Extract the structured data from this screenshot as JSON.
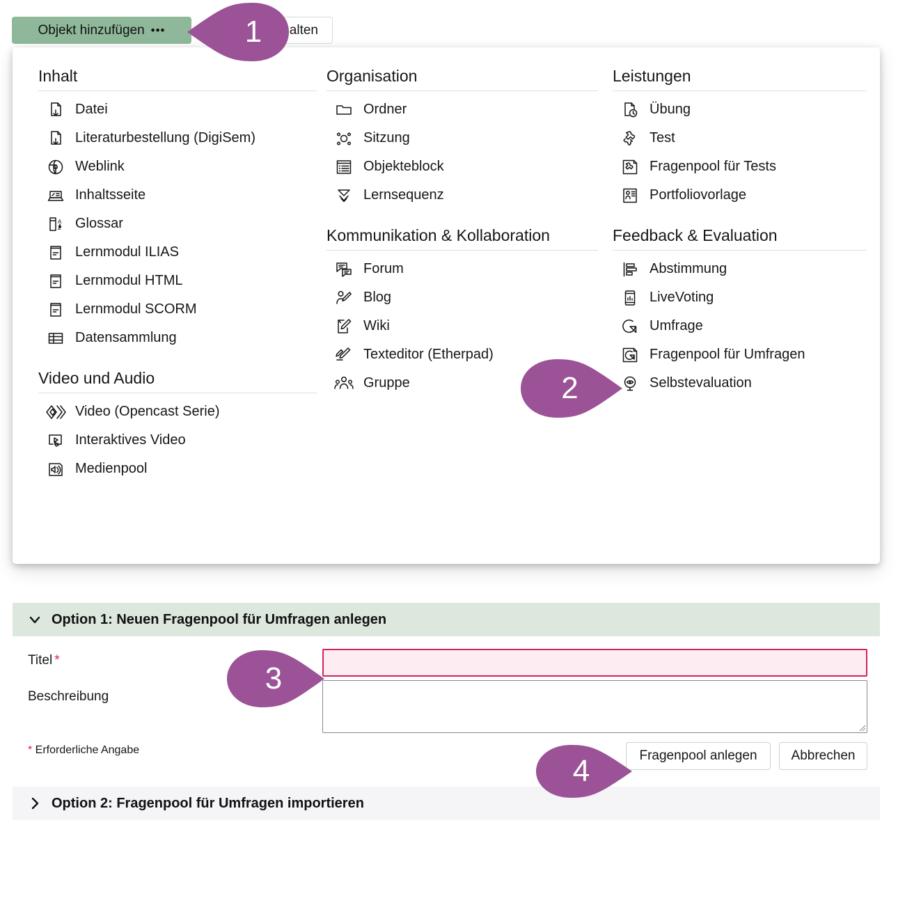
{
  "toolbar": {
    "add_object_button": "Objekt hinzufügen",
    "add_object_dots": "•••",
    "manage_button": "alten"
  },
  "add_panel": {
    "columns": [
      {
        "groups": [
          {
            "title": "Inhalt",
            "items": [
              {
                "label": "Datei",
                "icon": "file-download-icon"
              },
              {
                "label": "Literaturbestellung (DigiSem)",
                "icon": "file-download-icon"
              },
              {
                "label": "Weblink",
                "icon": "globe-link-icon"
              },
              {
                "label": "Inhaltsseite",
                "icon": "content-page-icon"
              },
              {
                "label": "Glossar",
                "icon": "glossary-az-icon"
              },
              {
                "label": "Lernmodul ILIAS",
                "icon": "learning-module-icon"
              },
              {
                "label": "Lernmodul HTML",
                "icon": "learning-module-icon"
              },
              {
                "label": "Lernmodul SCORM",
                "icon": "learning-module-icon"
              },
              {
                "label": "Datensammlung",
                "icon": "table-grid-icon"
              }
            ]
          },
          {
            "title": "Video und Audio",
            "items": [
              {
                "label": "Video (Opencast Serie)",
                "icon": "opencast-diamonds-icon"
              },
              {
                "label": "Interaktives Video",
                "icon": "interactive-video-icon"
              },
              {
                "label": "Medienpool",
                "icon": "media-speaker-icon"
              }
            ]
          }
        ]
      },
      {
        "groups": [
          {
            "title": "Organisation",
            "items": [
              {
                "label": "Ordner",
                "icon": "folder-icon"
              },
              {
                "label": "Sitzung",
                "icon": "session-nodes-icon"
              },
              {
                "label": "Objekteblock",
                "icon": "object-block-list-icon"
              },
              {
                "label": "Lernsequenz",
                "icon": "learning-sequence-chevrons-icon"
              }
            ]
          },
          {
            "title": "Kommunikation & Kollaboration",
            "items": [
              {
                "label": "Forum",
                "icon": "forum-speech-icon"
              },
              {
                "label": "Blog",
                "icon": "blog-person-pen-icon"
              },
              {
                "label": "Wiki",
                "icon": "wiki-page-pen-icon"
              },
              {
                "label": "Texteditor (Etherpad)",
                "icon": "etherpad-pen-icon"
              },
              {
                "label": "Gruppe",
                "icon": "group-people-icon"
              }
            ]
          }
        ]
      },
      {
        "groups": [
          {
            "title": "Leistungen",
            "items": [
              {
                "label": "Übung",
                "icon": "exercise-clock-icon"
              },
              {
                "label": "Test",
                "icon": "test-puzzle-icon"
              },
              {
                "label": "Fragenpool für Tests",
                "icon": "question-pool-tests-icon"
              },
              {
                "label": "Portfoliovorlage",
                "icon": "portfolio-template-icon"
              }
            ]
          },
          {
            "title": "Feedback & Evaluation",
            "items": [
              {
                "label": "Abstimmung",
                "icon": "poll-bars-icon"
              },
              {
                "label": "LiveVoting",
                "icon": "livevoting-phone-icon"
              },
              {
                "label": "Umfrage",
                "icon": "survey-pie-icon"
              },
              {
                "label": "Fragenpool für Umfragen",
                "icon": "question-pool-surveys-icon"
              },
              {
                "label": "Selbstevaluation",
                "icon": "self-evaluation-eye-icon"
              }
            ]
          }
        ]
      }
    ]
  },
  "form": {
    "section1_title": "Option 1: Neuen Fragenpool für Umfragen anlegen",
    "section2_title": "Option 2: Fragenpool für Umfragen importieren",
    "title_label": "Titel",
    "required_mark": "*",
    "description_label": "Beschreibung",
    "title_value": "",
    "description_value": "",
    "required_note_star": "*",
    "required_note": " Erforderliche Angabe",
    "create_button": "Fragenpool anlegen",
    "cancel_button": "Abbrechen"
  },
  "callouts": [
    {
      "number": "1",
      "points": "left"
    },
    {
      "number": "2",
      "points": "right"
    },
    {
      "number": "3",
      "points": "right"
    },
    {
      "number": "4",
      "points": "right"
    }
  ],
  "colors": {
    "accent_callout": "#9B5296",
    "button_green": "#8FB89A",
    "section_header_green": "#DCE7DE",
    "section_header_grey": "#F5F4F6",
    "required_pink": "#D6215E",
    "required_field_bg": "#FDEDF2"
  }
}
